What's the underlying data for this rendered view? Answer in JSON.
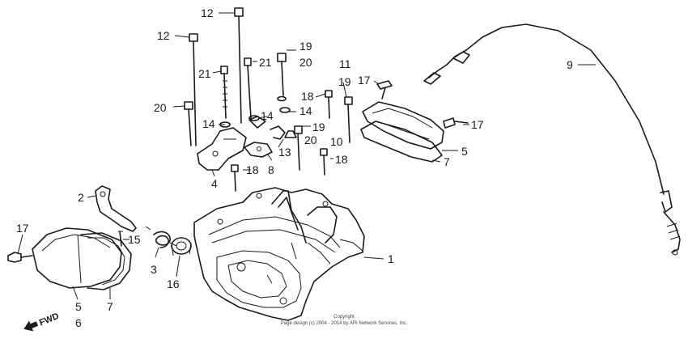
{
  "callouts": [
    {
      "id": "c1",
      "text": "1"
    },
    {
      "id": "c2",
      "text": "2"
    },
    {
      "id": "c3",
      "text": "3"
    },
    {
      "id": "c4",
      "text": "4"
    },
    {
      "id": "c5a",
      "text": "5"
    },
    {
      "id": "c5b",
      "text": "5"
    },
    {
      "id": "c6",
      "text": "6"
    },
    {
      "id": "c7a",
      "text": "7"
    },
    {
      "id": "c7b",
      "text": "7"
    },
    {
      "id": "c8",
      "text": "8"
    },
    {
      "id": "c9",
      "text": "9"
    },
    {
      "id": "c10",
      "text": "10"
    },
    {
      "id": "c11",
      "text": "11"
    },
    {
      "id": "c12a",
      "text": "12"
    },
    {
      "id": "c12b",
      "text": "12"
    },
    {
      "id": "c13",
      "text": "13"
    },
    {
      "id": "c14a",
      "text": "14"
    },
    {
      "id": "c14b",
      "text": "14"
    },
    {
      "id": "c14c",
      "text": "14"
    },
    {
      "id": "c15",
      "text": "15"
    },
    {
      "id": "c16",
      "text": "16"
    },
    {
      "id": "c17a",
      "text": "17"
    },
    {
      "id": "c17b",
      "text": "17"
    },
    {
      "id": "c17c",
      "text": "17"
    },
    {
      "id": "c18a",
      "text": "18"
    },
    {
      "id": "c18b",
      "text": "18"
    },
    {
      "id": "c18c",
      "text": "18"
    },
    {
      "id": "c19a",
      "text": "19"
    },
    {
      "id": "c19b",
      "text": "19"
    },
    {
      "id": "c19c",
      "text": "19"
    },
    {
      "id": "c20a",
      "text": "20"
    },
    {
      "id": "c20b",
      "text": "20"
    },
    {
      "id": "c20c",
      "text": "20"
    },
    {
      "id": "c21a",
      "text": "21"
    },
    {
      "id": "c21b",
      "text": "21"
    }
  ],
  "fwd_label": "FWD",
  "copyright": {
    "line1": "Copyright",
    "line2": "Page design (c) 2004 - 2014 by ARI Network Services, Inc."
  }
}
